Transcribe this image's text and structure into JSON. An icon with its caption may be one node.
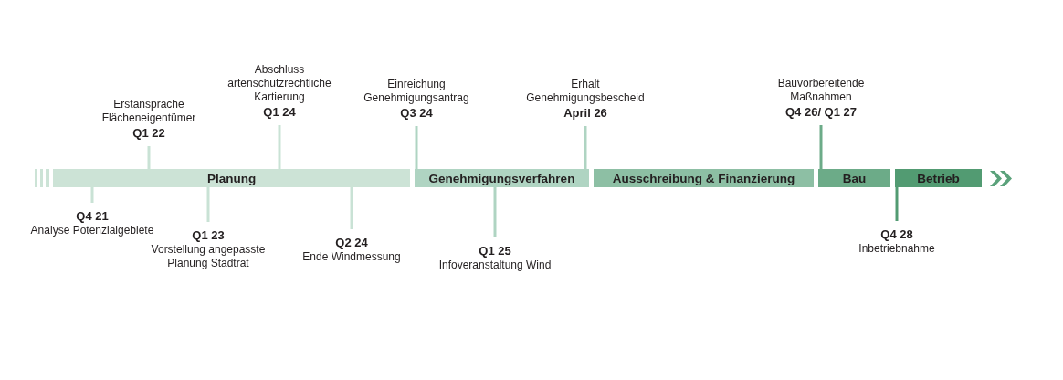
{
  "diagram": {
    "nodes": [
      {
        "text": [
          "Planung"
        ]
      },
      {
        "text": [
          "Genehmigungsverfahren"
        ]
      },
      {
        "text": [
          "Ausschreibung & Finanzierung"
        ]
      },
      {
        "text": [
          "Bau"
        ]
      },
      {
        "text": [
          "Betrieb"
        ]
      },
      {
        "text": [
          "Q4 21",
          "Analyse Potenzialgebiete"
        ]
      },
      {
        "text": [
          "Erstansprache Flächeneigentümer",
          "Q1 22"
        ]
      },
      {
        "text": [
          "Q1 23",
          "Vorstellung angepasste Planung Stadtrat"
        ]
      },
      {
        "text": [
          "Abschluss artenschutzrechtliche Kartierung",
          "Q1 24"
        ]
      },
      {
        "text": [
          "Q2 24",
          "Ende Windmessung"
        ]
      },
      {
        "text": [
          "Einreichung Genehmigungsantrag",
          "Q3 24"
        ]
      },
      {
        "text": [
          "Q1 25",
          "Infoveranstaltung Wind"
        ]
      },
      {
        "text": [
          "Erhalt Genehmigungsbescheid",
          "April 26"
        ]
      },
      {
        "text": [
          "Bauvorbereitende Maßnahmen",
          "Q4 26/ Q1 27"
        ]
      },
      {
        "text": [
          "Q4 28",
          "Inbetriebnahme"
        ]
      }
    ],
    "edges": [
      {
        "from": 5,
        "to": 0,
        "arrow": "none"
      },
      {
        "from": 6,
        "to": 0,
        "arrow": "none"
      },
      {
        "from": 7,
        "to": 0,
        "arrow": "none"
      },
      {
        "from": 8,
        "to": 0,
        "arrow": "none"
      },
      {
        "from": 9,
        "to": 0,
        "arrow": "none"
      },
      {
        "from": 10,
        "to": 1,
        "arrow": "none",
        "color": "#afd4c2"
      },
      {
        "from": 11,
        "to": 1,
        "arrow": "none",
        "color": "#afd4c2"
      },
      {
        "from": 12,
        "to": 1,
        "arrow": "none",
        "color": "#afd4c2"
      },
      {
        "from": 13,
        "to": 3,
        "arrow": "none",
        "color": "#6cab88"
      },
      {
        "from": 14,
        "to": 4,
        "arrow": "none",
        "color": "#529b72"
      }
    ]
  }
}
